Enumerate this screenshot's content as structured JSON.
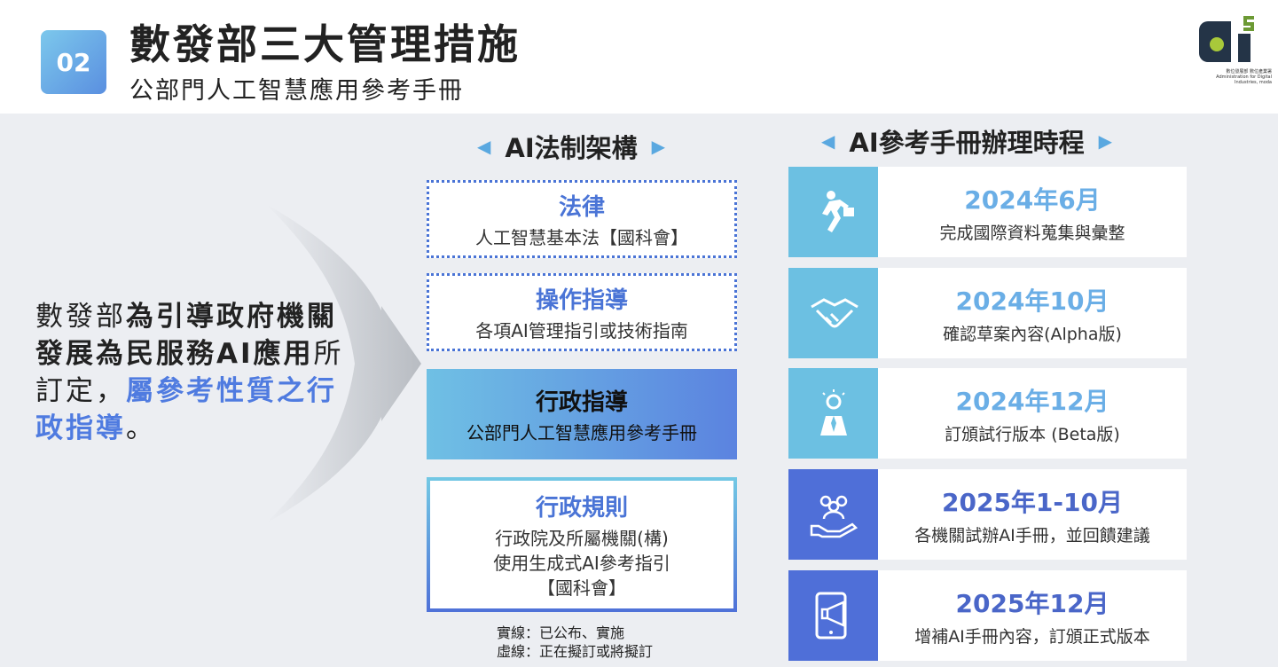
{
  "header": {
    "badge": "02",
    "title": "數發部三大管理措施",
    "subtitle": "公部門人工智慧應用參考手冊",
    "logo": {
      "mark": "di",
      "org_zh": "數位發展部 數位產業署",
      "org_en": "Administration for Digital Industries, moda"
    }
  },
  "left": {
    "t1": "數發部",
    "t2": "為引導政府機關發展為民服務AI應用",
    "t3": "所訂定，",
    "t4": "屬參考性質之行政指導",
    "t5": "。"
  },
  "legal": {
    "heading": "AI法制架構",
    "boxes": [
      {
        "title": "法律",
        "lines": [
          "人工智慧基本法【國科會】"
        ]
      },
      {
        "title": "操作指導",
        "lines": [
          "各項AI管理指引或技術指南"
        ]
      },
      {
        "title": "行政指導",
        "lines": [
          "公部門人工智慧應用參考手冊"
        ]
      },
      {
        "title": "行政規則",
        "lines": [
          "行政院及所屬機關(構)",
          "使用生成式AI參考指引",
          "【國科會】"
        ]
      }
    ],
    "legend": [
      "實線：已公布、實施",
      "虛線：正在擬訂或將擬訂"
    ]
  },
  "timeline": {
    "heading": "AI參考手冊辦理時程",
    "items": [
      {
        "date": "2024年6月",
        "text": "完成國際資料蒐集與彙整",
        "icon": "walking-person-icon",
        "color": "#6cc0e2",
        "date_color": "#6aaee6"
      },
      {
        "date": "2024年10月",
        "text": "確認草案內容(Alpha版)",
        "icon": "handshake-icon",
        "color": "#6cc0e2",
        "date_color": "#6aaee6"
      },
      {
        "date": "2024年12月",
        "text": "訂頒試行版本 (Beta版)",
        "icon": "idea-person-icon",
        "color": "#6cc0e2",
        "date_color": "#6aaee6"
      },
      {
        "date": "2025年1-10月",
        "text": "各機關試辦AI手冊，並回饋建議",
        "icon": "people-hand-icon",
        "color": "#4f6fd8",
        "date_color": "#4a66c8"
      },
      {
        "date": "2025年12月",
        "text": "增補AI手冊內容，訂頒正式版本",
        "icon": "tablet-megaphone-icon",
        "color": "#4f6fd8",
        "date_color": "#4a66c8"
      }
    ]
  }
}
